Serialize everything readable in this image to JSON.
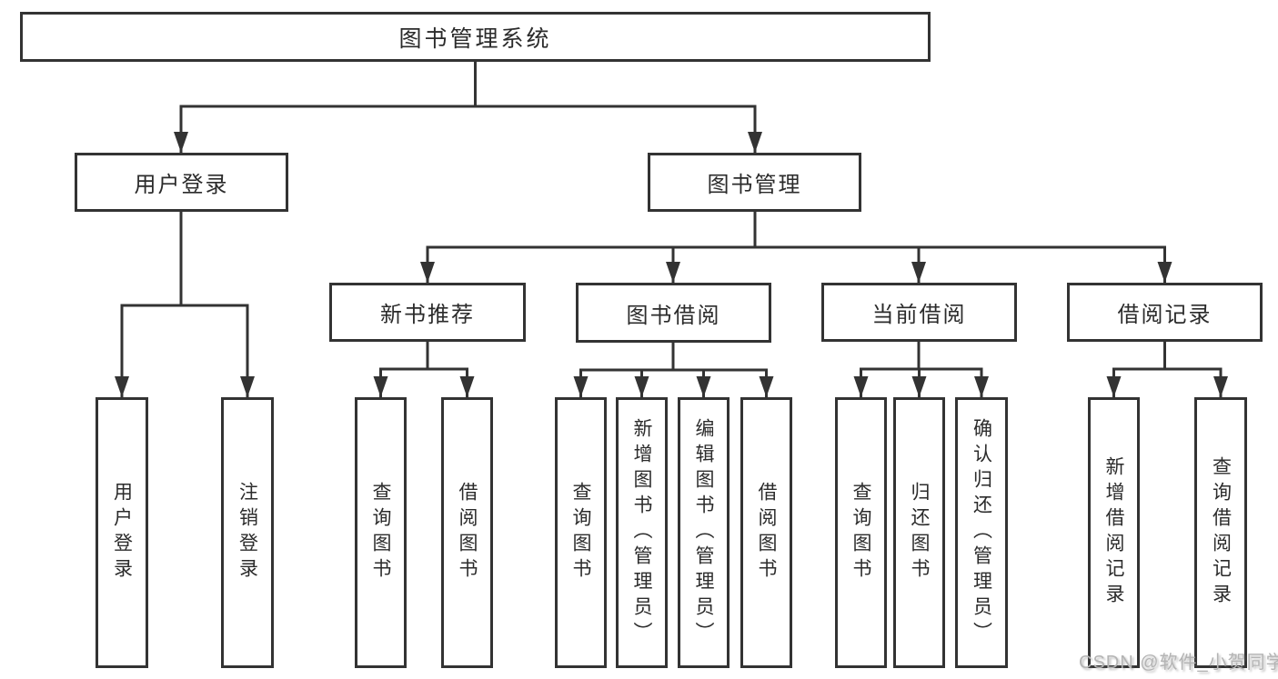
{
  "diagram": {
    "title": "图书管理系统",
    "type": "hierarchy-structure-chart",
    "root": {
      "label": "图书管理系统"
    },
    "level2": [
      {
        "id": "user-login",
        "label": "用户登录",
        "parent": "图书管理系统"
      },
      {
        "id": "book-management",
        "label": "图书管理",
        "parent": "图书管理系统"
      }
    ],
    "level3": [
      {
        "id": "new-book-recommend",
        "label": "新书推荐",
        "parent": "图书管理"
      },
      {
        "id": "book-borrowing",
        "label": "图书借阅",
        "parent": "图书管理"
      },
      {
        "id": "current-borrowing",
        "label": "当前借阅",
        "parent": "图书管理"
      },
      {
        "id": "borrow-records",
        "label": "借阅记录",
        "parent": "图书管理"
      }
    ],
    "leaves": [
      {
        "id": "user-login-leaf",
        "label": "用户登录",
        "parent": "用户登录"
      },
      {
        "id": "logout-leaf",
        "label": "注销登录",
        "parent": "用户登录"
      },
      {
        "id": "query-books-recommend",
        "label": "查询图书",
        "parent": "新书推荐"
      },
      {
        "id": "borrow-books-recommend",
        "label": "借阅图书",
        "parent": "新书推荐"
      },
      {
        "id": "query-books-borrowing",
        "label": "查询图书",
        "parent": "图书借阅"
      },
      {
        "id": "add-books-admin",
        "label": "新增图书（管理员）",
        "parent": "图书借阅"
      },
      {
        "id": "edit-books-admin",
        "label": "编辑图书（管理员）",
        "parent": "图书借阅"
      },
      {
        "id": "borrow-books-leaf",
        "label": "借阅图书",
        "parent": "图书借阅"
      },
      {
        "id": "query-books-current",
        "label": "查询图书",
        "parent": "当前借阅"
      },
      {
        "id": "return-books",
        "label": "归还图书",
        "parent": "当前借阅"
      },
      {
        "id": "confirm-return-admin",
        "label": "确认归还（管理员）",
        "parent": "当前借阅"
      },
      {
        "id": "add-borrow-record",
        "label": "新增借阅记录",
        "parent": "借阅记录"
      },
      {
        "id": "query-borrow-record",
        "label": "查询借阅记录",
        "parent": "借阅记录"
      }
    ],
    "watermark": "CSDN @软件_小贺同学"
  },
  "colors": {
    "line": "#333333",
    "text": "#2b2b2b",
    "background": "#ffffff",
    "watermark": "#b4b4b4"
  }
}
